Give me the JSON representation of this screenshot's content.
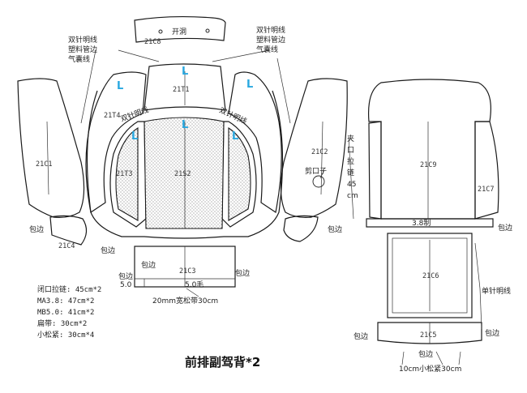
{
  "title": "前排副驾背*2",
  "pieces": {
    "c8": "21C8",
    "c8_note": "开洞",
    "t1": "21T1",
    "t4": "21T4",
    "t3": "21T3",
    "s2": "21S2",
    "c1": "21C1",
    "c2": "21C2",
    "c4": "21C4",
    "c3": "21C3",
    "c9": "21C9",
    "c7": "21C7",
    "c6": "21C6",
    "c5": "21C5"
  },
  "labels": {
    "left_seam": [
      "双针明线",
      "塑料管边",
      "气囊线"
    ],
    "right_seam": [
      "双针明线",
      "塑料管边",
      "气囊线"
    ],
    "double_needle_left": "双针明线",
    "double_needle_right": "双针明线",
    "cut_opening": "剪口子",
    "zipper_vertical": [
      "夹",
      "口",
      "拉",
      "链"
    ],
    "zipper_len": "45",
    "zipper_unit": "cm",
    "piping_38": "3.8制",
    "single_needle": "单针明线",
    "strap_note": "20mm宽松带30cm",
    "c3_left_val": "5.0",
    "c3_mid_val": "5.0毛",
    "elastic_note": "10cm小松紧30cm"
  },
  "edge_labels": {
    "bb1": "包边",
    "bb2": "包边",
    "bb3": "包边",
    "bb4": "包边",
    "bb5": "包边",
    "bb6": "包边",
    "bb7": "包边",
    "bb8": "包边",
    "bb9": "包边",
    "bb10": "包边"
  },
  "markers": [
    "L",
    "L",
    "L",
    "L",
    "L",
    "L"
  ],
  "material_list": [
    "闭口拉链: 45cm*2",
    "MA3.8: 47cm*2",
    "MB5.0: 41cm*2",
    "扁带: 30cm*2",
    "小松紧: 30cm*4"
  ]
}
